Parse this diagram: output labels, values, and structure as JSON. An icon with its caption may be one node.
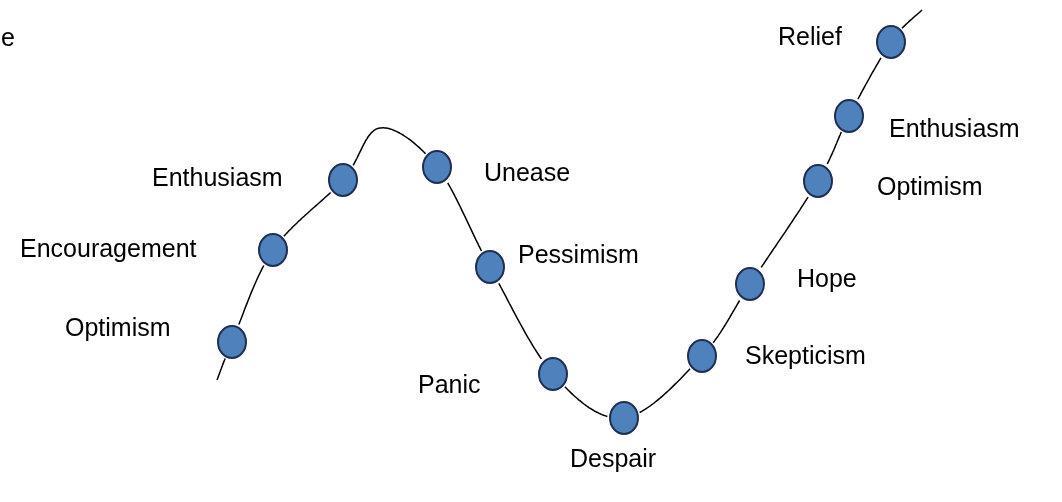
{
  "diagram": {
    "nodes": [
      {
        "text": [],
        "shape": "circle",
        "beside": [
          "Optimism"
        ]
      },
      {
        "text": [],
        "shape": "circle",
        "beside": [
          "Encouragement"
        ]
      },
      {
        "text": [],
        "shape": "circle",
        "beside": [
          "Enthusiasm"
        ]
      },
      {
        "text": [],
        "shape": "circle",
        "beside": [
          "Unease"
        ]
      },
      {
        "text": [],
        "shape": "circle",
        "beside": [
          "Pessimism"
        ]
      },
      {
        "text": [],
        "shape": "circle",
        "beside": [
          "Panic"
        ]
      },
      {
        "text": [],
        "shape": "circle",
        "beside": [
          "Despair"
        ]
      },
      {
        "text": [],
        "shape": "circle",
        "beside": [
          "Skepticism"
        ]
      },
      {
        "text": [],
        "shape": "circle",
        "beside": [
          "Hope"
        ]
      },
      {
        "text": [],
        "shape": "circle",
        "beside": [
          "Optimism"
        ]
      },
      {
        "text": [],
        "shape": "circle",
        "beside": [
          "Enthusiasm"
        ]
      },
      {
        "text": [],
        "shape": "circle",
        "beside": [
          "Relief"
        ]
      }
    ],
    "edges": [
      {
        "from": null,
        "to": 0,
        "arrow": "none"
      },
      {
        "from": 0,
        "to": 1,
        "arrow": "none"
      },
      {
        "from": 1,
        "to": 2,
        "arrow": "none"
      },
      {
        "from": 2,
        "to": 3,
        "arrow": "none"
      },
      {
        "from": 3,
        "to": 4,
        "arrow": "none"
      },
      {
        "from": 4,
        "to": 5,
        "arrow": "none"
      },
      {
        "from": 5,
        "to": 6,
        "arrow": "none"
      },
      {
        "from": 6,
        "to": 7,
        "arrow": "none"
      },
      {
        "from": 7,
        "to": 8,
        "arrow": "none"
      },
      {
        "from": 8,
        "to": 9,
        "arrow": "none"
      },
      {
        "from": 9,
        "to": 10,
        "arrow": "none"
      },
      {
        "from": 10,
        "to": 11,
        "arrow": "none"
      },
      {
        "from": 11,
        "to": null,
        "arrow": "none"
      }
    ],
    "labels": [
      "e"
    ]
  }
}
